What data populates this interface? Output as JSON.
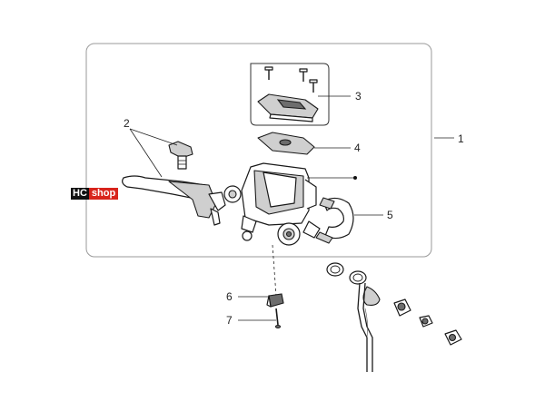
{
  "callouts": [
    {
      "id": "1",
      "label": "1"
    },
    {
      "id": "2",
      "label": "2"
    },
    {
      "id": "3",
      "label": "3"
    },
    {
      "id": "4",
      "label": "4"
    },
    {
      "id": "5",
      "label": "5"
    },
    {
      "id": "6",
      "label": "6"
    },
    {
      "id": "7",
      "label": "7"
    }
  ],
  "watermark": {
    "left": "HC",
    "right": "shop"
  },
  "colors": {
    "watermark_dark": "#111111",
    "watermark_red": "#d8241c",
    "line": "#1a1a1a"
  }
}
